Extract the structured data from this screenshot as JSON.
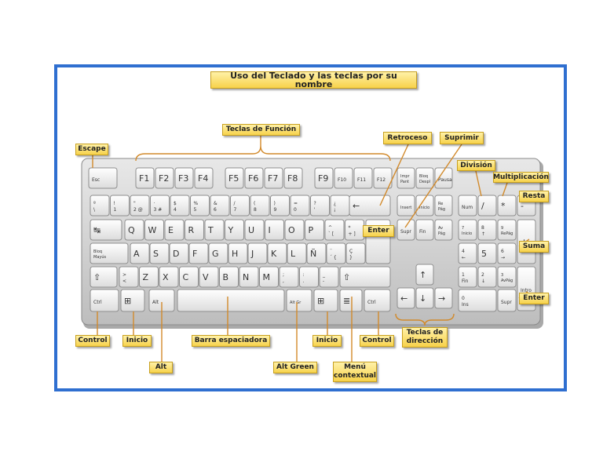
{
  "title": "Uso del  Teclado y las teclas por su nombre",
  "labels": {
    "escape": "Escape",
    "teclas_funcion": "Teclas de Función",
    "retroceso": "Retroceso",
    "suprimir": "Suprimir",
    "division": "División",
    "multiplicacion": "Multiplicación",
    "resta": "Resta",
    "enter_main": "Enter",
    "suma": "Suma",
    "enter_numpad": "Enter",
    "control_left": "Control",
    "inicio_left": "Inicio",
    "barra": "Barra espaciadora",
    "inicio_right": "Inicio",
    "control_right": "Control",
    "teclas_direccion": "Teclas de\ndirección",
    "alt": "Alt",
    "alt_green": "Alt Green",
    "menu": "Menú\ncontextual"
  },
  "keys": {
    "esc": "Esc",
    "f": [
      "F1",
      "F2",
      "F3",
      "F4",
      "F5",
      "F6",
      "F7",
      "F8",
      "F9",
      "F10",
      "F11",
      "F12"
    ],
    "nav_top": [
      "Impr\nPant",
      "Bloq\nDespl",
      "Pausa"
    ],
    "row1": [
      "º\n\\",
      "!\n1",
      "\"\n2 @",
      "·\n3 #",
      "$\n4",
      "%\n5",
      "&\n6",
      "/\n7",
      "(\n8",
      ")\n9",
      "=\n0",
      "?\n'",
      "¿\n¡"
    ],
    "backspace": "←",
    "nav_mid1": [
      "Insert",
      "Inicio",
      "Re\nPág"
    ],
    "nav_mid2": [
      "Supr",
      "Fin",
      "Av\nPág"
    ],
    "tab": "↹",
    "row2": [
      "Q",
      "W",
      "E",
      "R",
      "T",
      "Y",
      "U",
      "I",
      "O",
      "P",
      "^\n` [",
      "*\n+ ]"
    ],
    "caps": "Bloq\nMayús",
    "row3": [
      "A",
      "S",
      "D",
      "F",
      "G",
      "H",
      "J",
      "K",
      "L",
      "Ñ",
      "¨\n´ {",
      "Ç\n}"
    ],
    "shift": "⇧",
    "row4": [
      ">\n<",
      "Z",
      "X",
      "C",
      "V",
      "B",
      "N",
      "M",
      ";\n,",
      ":\n.",
      "_\n-"
    ],
    "shift_r": "⇧",
    "ctrl": "Ctrl",
    "win": "⊞",
    "alt": "Alt",
    "altgr": "Alt Gr",
    "menu": "≣",
    "ctrl_r": "Ctrl",
    "arrows": [
      "↑",
      "←",
      "↓",
      "→"
    ],
    "num_row1": [
      "Num",
      "/",
      "*",
      "-"
    ],
    "num_row2": [
      "7\nInicio",
      "8\n↑",
      "9\nRePág",
      "+"
    ],
    "num_row3": [
      "4\n←",
      "5",
      "6\n→"
    ],
    "num_row4": [
      "1\nFin",
      "2\n↓",
      "3\nAvPág",
      "Intro"
    ],
    "num_row5": [
      "0\nIns",
      "Supr"
    ]
  }
}
